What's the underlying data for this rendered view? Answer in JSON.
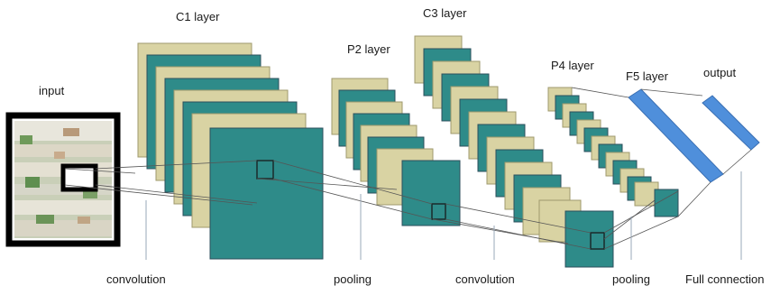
{
  "labels": {
    "input": "input",
    "c1": "C1 layer",
    "p2": "P2 layer",
    "c3": "C3 layer",
    "p4": "P4 layer",
    "f5": "F5 layer",
    "output": "output"
  },
  "operations": {
    "conv1": "convolution",
    "pool1": "pooling",
    "conv2": "convolution",
    "pool2": "pooling",
    "fc": "Full connection"
  },
  "colors": {
    "teal": "#2e8b89",
    "beige": "#d9d3a3",
    "blue": "#4f8fdb",
    "edge": "#2c4f5c",
    "line": "#555555"
  }
}
